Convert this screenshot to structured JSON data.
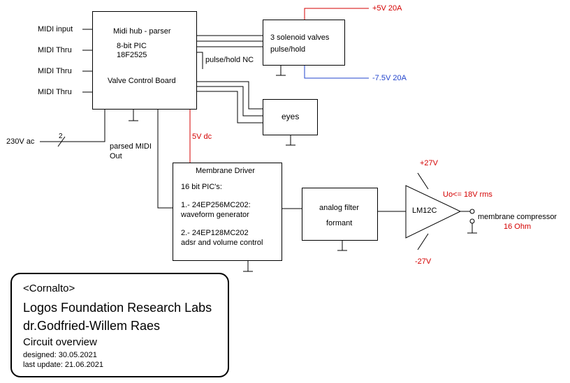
{
  "hub": {
    "title": "Midi hub - parser",
    "pic_line1": "8-bit PIC",
    "pic_line2": "18F2525",
    "board": "Valve Control Board"
  },
  "midi_ports": [
    "MIDI input",
    "MIDI Thru",
    "MIDI Thru",
    "MIDI Thru"
  ],
  "power_in": {
    "label": "230V ac",
    "wire_count": "2"
  },
  "valves": {
    "line1": "3 solenoid valves",
    "line2": "pulse/hold",
    "pulse_hold_nc": "pulse/hold NC",
    "pos_supply": "+5V 20A",
    "neg_supply": "-7.5V 20A"
  },
  "eyes": {
    "label": "eyes"
  },
  "supply_5v": "5V dc",
  "parsed_midi": {
    "line1": "parsed MIDI",
    "line2": "Out"
  },
  "membrane_driver": {
    "title": "Membrane Driver",
    "subtitle": "16 bit PIC's:",
    "item1_a": "1.- 24EP256MC202:",
    "item1_b": "waveform generator",
    "item2_a": "2.- 24EP128MC202",
    "item2_b": "adsr and volume control"
  },
  "filter": {
    "line1": "analog filter",
    "line2": "formant"
  },
  "amp": {
    "name": "LM12C",
    "pos_rail": "+27V",
    "neg_rail": "-27V",
    "output_note": "Uo<= 18V rms"
  },
  "compressor": {
    "line1": "membrane compressor",
    "line2": "16 Ohm"
  },
  "titleblock": {
    "project": "<Cornalto>",
    "org": "Logos Foundation Research Labs",
    "author": "dr.Godfried-Willem Raes",
    "doc": "Circuit overview",
    "designed": "designed:  30.05.2021",
    "updated": "last update:   21.06.2021"
  },
  "colors": {
    "supply_positive": "#d40000",
    "supply_negative": "#2244cc",
    "line": "#000000"
  }
}
